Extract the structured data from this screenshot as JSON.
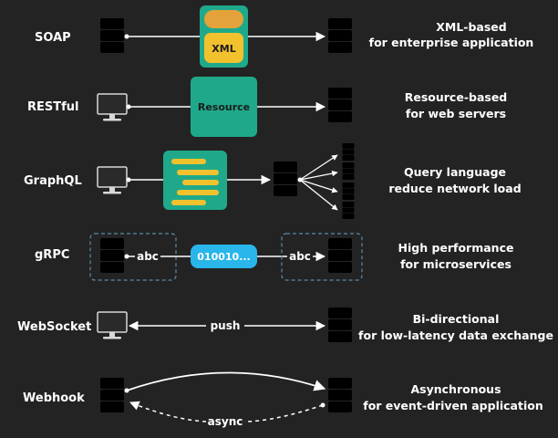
{
  "rows": [
    {
      "protocol": "SOAP",
      "desc_line1": "XML-based",
      "desc_line2": "for enterprise application",
      "box_label": "XML"
    },
    {
      "protocol": "RESTful",
      "desc_line1": "Resource-based",
      "desc_line2": "for web servers",
      "box_label": "Resource"
    },
    {
      "protocol": "GraphQL",
      "desc_line1": "Query language",
      "desc_line2": "reduce network load"
    },
    {
      "protocol": "gRPC",
      "desc_line1": "High performance",
      "desc_line2": "for microservices",
      "left_label": "abc",
      "right_label": "abc",
      "box_label": "010010..."
    },
    {
      "protocol": "WebSocket",
      "desc_line1": "Bi-directional",
      "desc_line2": "for low-latency data exchange",
      "arrow_label": "push"
    },
    {
      "protocol": "Webhook",
      "desc_line1": "Asynchronous",
      "desc_line2": "for event-driven application",
      "arrow_label": "async"
    }
  ],
  "colors": {
    "background": "#232323",
    "teal": "#1fa98a",
    "yellow": "#f2c12e",
    "orange": "#e4a33a",
    "cyan": "#2ab6ea",
    "line": "#ffffff",
    "icon": "#d8d8d8"
  },
  "icons": [
    "server-stack-icon",
    "monitor-icon"
  ]
}
